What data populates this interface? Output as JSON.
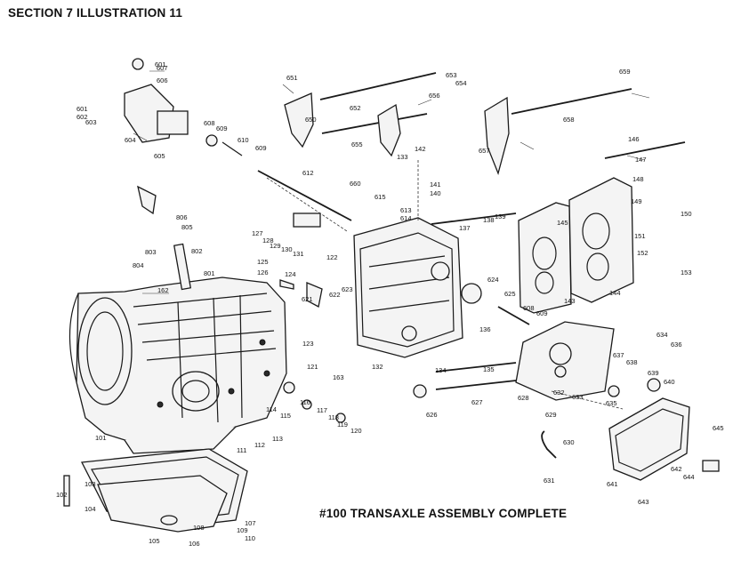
{
  "header": {
    "title": "SECTION 7   ILLUSTRATION 11"
  },
  "caption": "#100 TRANSAXLE ASSEMBLY COMPLETE",
  "part_labels": [
    "601",
    "602",
    "603",
    "604",
    "605",
    "606",
    "607",
    "608",
    "609",
    "610",
    "609",
    "612",
    "615",
    "650",
    "651",
    "652",
    "653",
    "654",
    "655",
    "656",
    "657",
    "658",
    "659",
    "660",
    "613",
    "614",
    "141",
    "140",
    "142",
    "133",
    "138",
    "139",
    "146",
    "147",
    "148",
    "149",
    "150",
    "151",
    "152",
    "153",
    "143",
    "144",
    "145",
    "137",
    "624",
    "625",
    "626",
    "627",
    "628",
    "629",
    "630",
    "631",
    "632",
    "633",
    "634",
    "635",
    "636",
    "637",
    "638",
    "639",
    "640",
    "641",
    "642",
    "643",
    "644",
    "645",
    "806",
    "805",
    "803",
    "804",
    "802",
    "801",
    "162",
    "127",
    "128",
    "129",
    "130",
    "131",
    "125",
    "126",
    "124",
    "122",
    "121",
    "123",
    "621",
    "622",
    "623",
    "132",
    "134",
    "135",
    "136",
    "163",
    "116",
    "115",
    "114",
    "117",
    "118",
    "119",
    "120",
    "111",
    "112",
    "113",
    "101",
    "102",
    "103",
    "104",
    "105",
    "106",
    "107",
    "108",
    "109",
    "110",
    "608",
    "609"
  ]
}
